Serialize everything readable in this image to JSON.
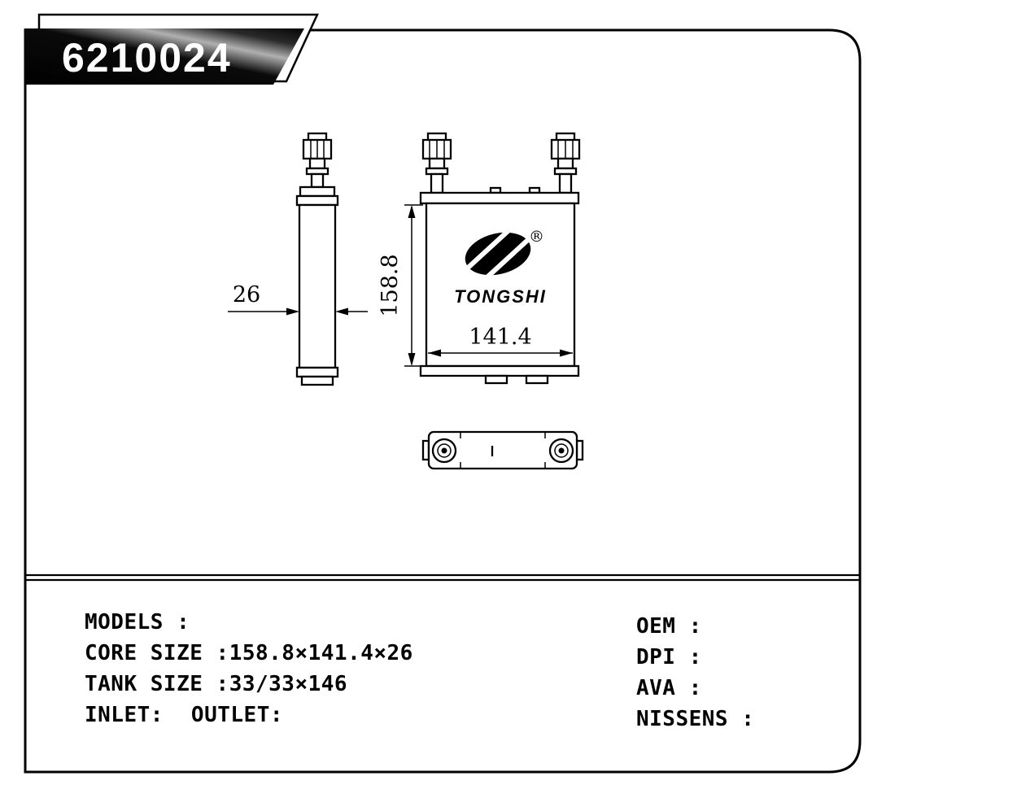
{
  "banner": {
    "part_number": "6210024"
  },
  "drawing": {
    "brand": "TONGSHI",
    "registered_mark": "®",
    "dim_depth": "26",
    "dim_height": "158.8",
    "dim_width": "141.4"
  },
  "specs": {
    "left": [
      {
        "label": "MODELS :",
        "value": ""
      },
      {
        "label": "CORE SIZE :",
        "value": "158.8×141.4×26"
      },
      {
        "label": "TANK SIZE :",
        "value": "33/33×146"
      },
      {
        "label": "INLET:",
        "value": "OUTLET:"
      }
    ],
    "right": [
      {
        "label": "OEM :"
      },
      {
        "label": "DPI :"
      },
      {
        "label": "AVA :"
      },
      {
        "label": "NISSENS :"
      }
    ]
  }
}
